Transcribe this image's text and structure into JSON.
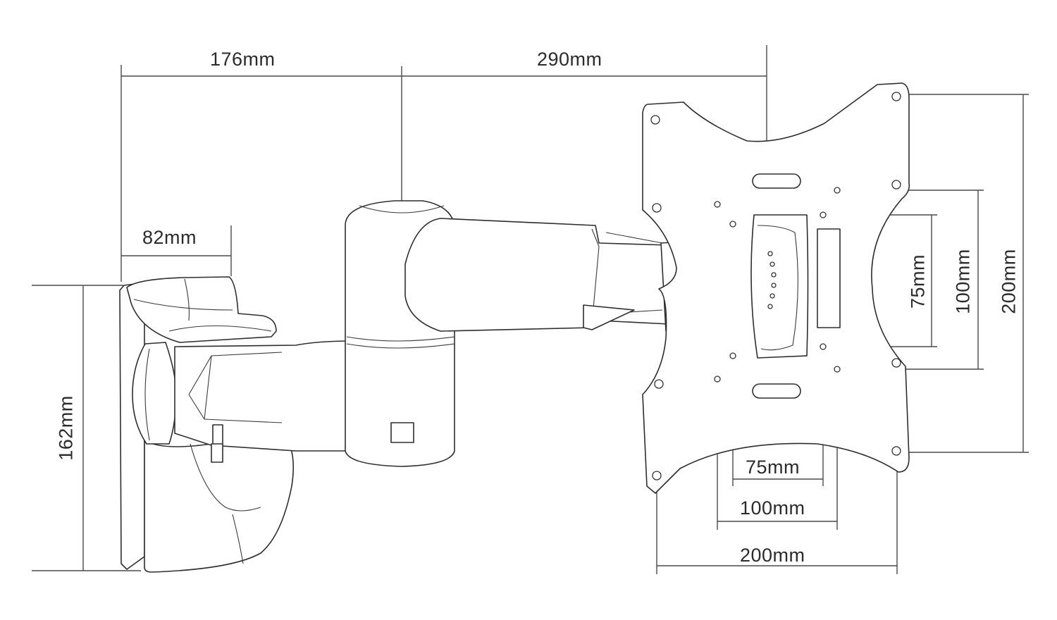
{
  "dimensions": {
    "arm_reach": "176mm",
    "plate_offset": "290mm",
    "wall_plate_depth": "82mm",
    "wall_plate_height": "162mm",
    "vesa_small_h": "75mm",
    "vesa_medium_h": "100mm",
    "vesa_large_h": "200mm",
    "vesa_small_v": "75mm",
    "vesa_medium_v": "100mm",
    "vesa_large_v": "200mm"
  },
  "colors": {
    "line": "#2e2e2e",
    "text": "#2b2b2b",
    "background": "#ffffff"
  }
}
